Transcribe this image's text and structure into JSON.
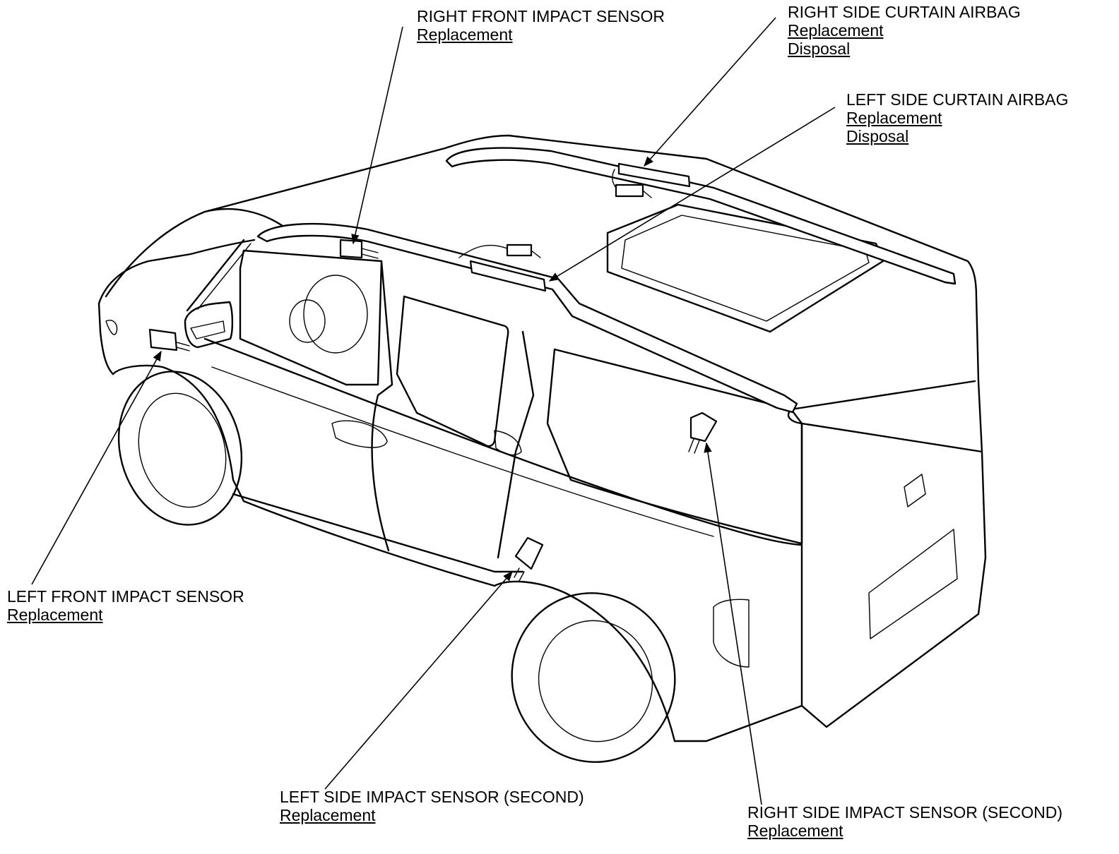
{
  "callouts": {
    "right_front_impact_sensor": {
      "title": "RIGHT FRONT IMPACT SENSOR",
      "links": [
        "Replacement"
      ]
    },
    "right_side_curtain_airbag": {
      "title": "RIGHT SIDE CURTAIN AIRBAG",
      "links": [
        "Replacement",
        "Disposal"
      ]
    },
    "left_side_curtain_airbag": {
      "title": "LEFT SIDE CURTAIN AIRBAG",
      "links": [
        "Replacement",
        "Disposal"
      ]
    },
    "left_front_impact_sensor": {
      "title": "LEFT FRONT IMPACT SENSOR",
      "links": [
        "Replacement"
      ]
    },
    "left_side_impact_sensor_second": {
      "title": "LEFT SIDE IMPACT SENSOR (SECOND)",
      "links": [
        "Replacement"
      ]
    },
    "right_side_impact_sensor_second": {
      "title": "RIGHT SIDE IMPACT SENSOR (SECOND)",
      "links": [
        "Replacement"
      ]
    }
  }
}
